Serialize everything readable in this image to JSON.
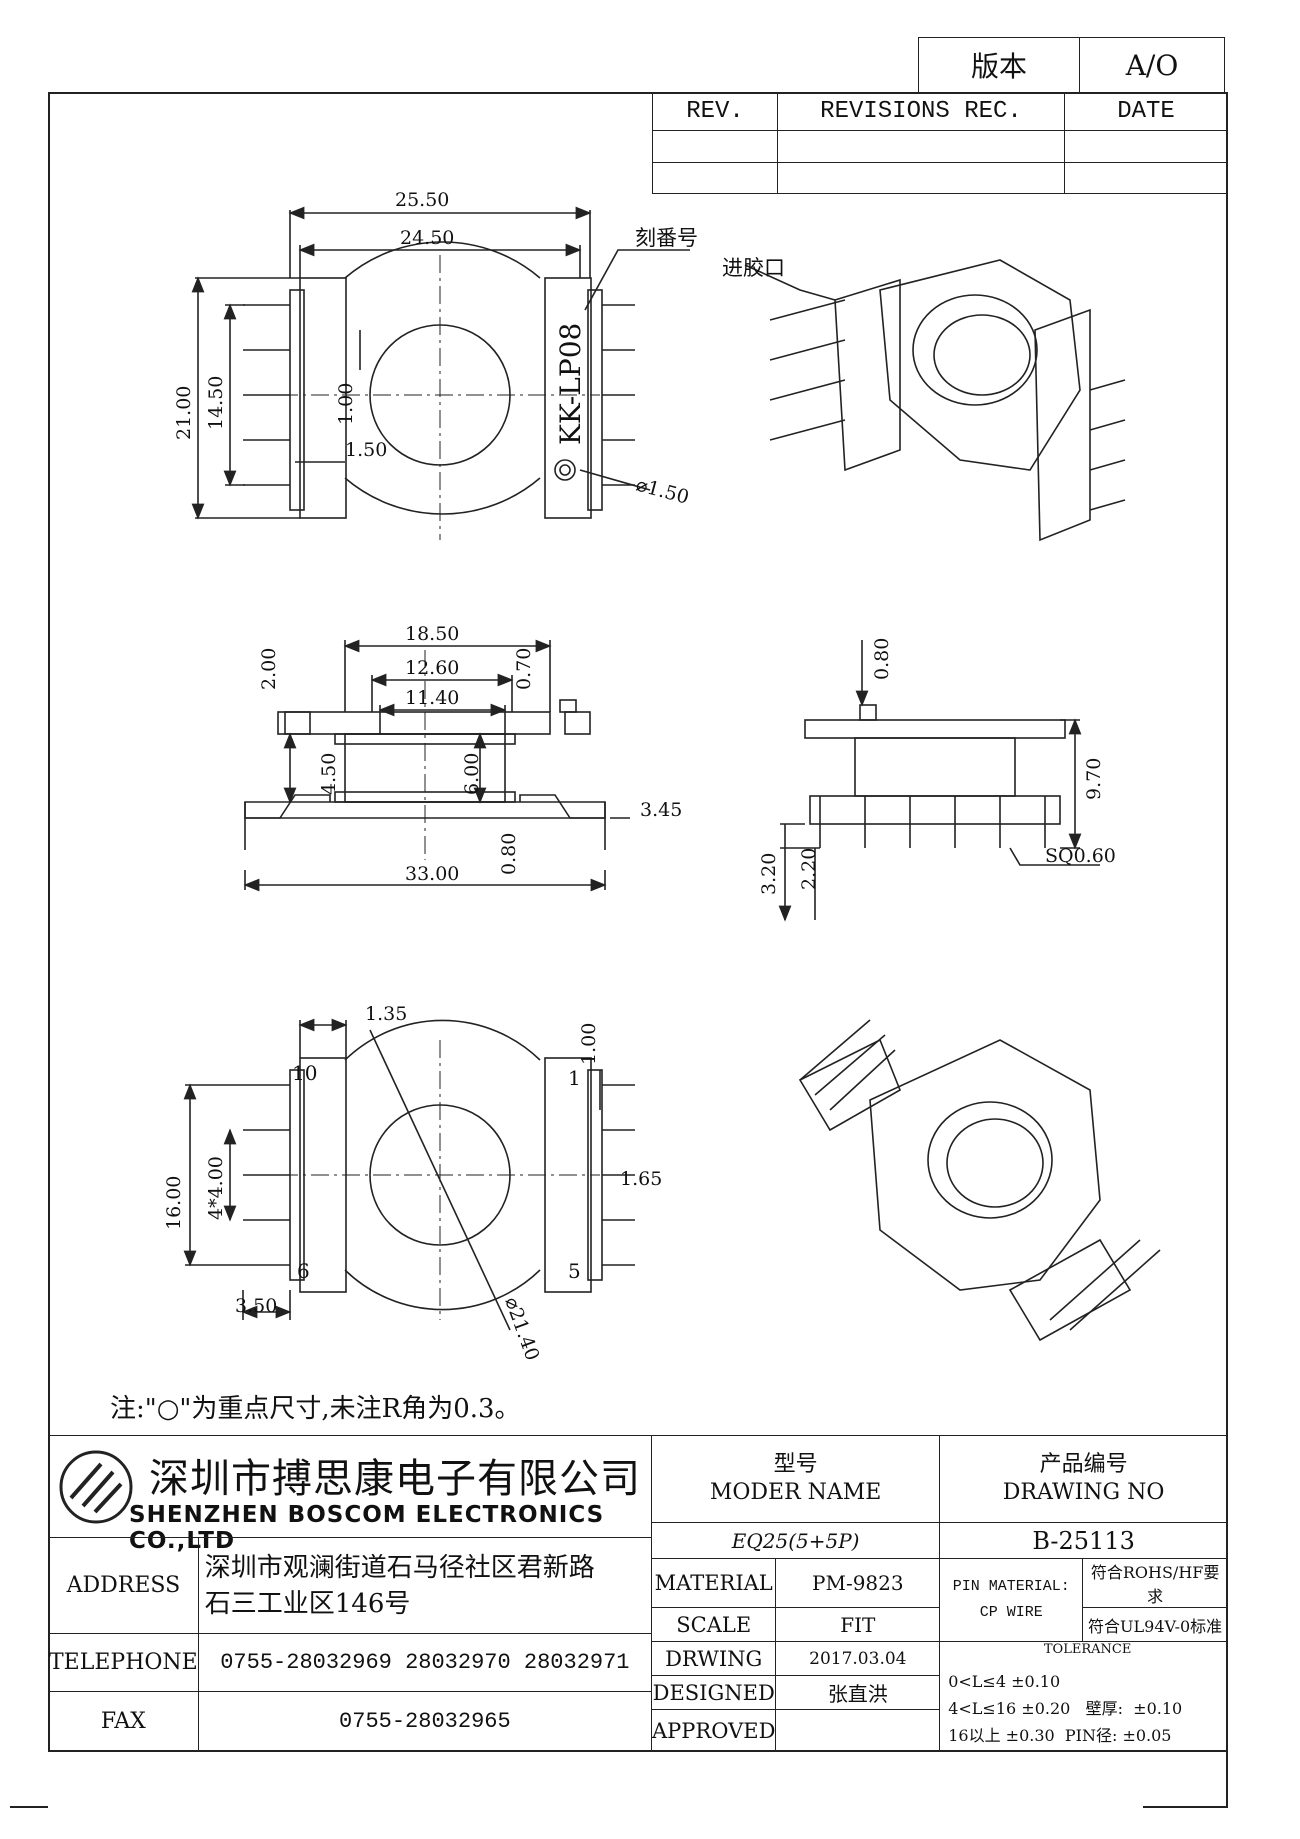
{
  "version_block": {
    "label": "版本",
    "value": "A/O"
  },
  "revision_table": {
    "headers": [
      "REV.",
      "REVISIONS REC.",
      "DATE"
    ]
  },
  "callouts": {
    "engraving": "刻番号",
    "gate": "进胶口",
    "engraved_text": "KK-LP08"
  },
  "dimensions": {
    "A": "25.50",
    "B": "24.50",
    "C": "14.50",
    "D": "21.00",
    "pitch_v": "1.00",
    "gap": "1.50",
    "hole": "⌀1.50",
    "G": "18.50",
    "F": "12.60",
    "E": "11.40",
    "I": "6.00",
    "H": "4.50",
    "J": "33.00",
    "pin_bend": "3.45",
    "top_h": "2.00",
    "flange": "0.70",
    "base_t": "0.80",
    "side_top": "0.80",
    "K": "9.70",
    "L": "3.20",
    "pin_h": "2.20",
    "M": "SQ0.60",
    "flange_w": "1.35",
    "pin_off": "1.00",
    "pin_len": "1.65",
    "O": "16.00",
    "N": "4*4.00",
    "pin_side": "3.50",
    "P": "⌀21.40",
    "pin_no_tl": "10",
    "pin_no_tr": "1",
    "pin_no_bl": "6",
    "pin_no_br": "5"
  },
  "note": "注:\"○\"为重点尺寸,未注R角为0.3。",
  "company": {
    "cn": "深圳市搏思康电子有限公司",
    "en": "SHENZHEN BOSCOM ELECTRONICS CO.,LTD",
    "address_label": "ADDRESS",
    "address_line1": "深圳市观澜街道石马径社区君新路",
    "address_line2": "石三工业区146号",
    "telephone_label": "TELEPHONE",
    "telephone": "0755-28032969 28032970 28032971",
    "fax_label": "FAX",
    "fax": "0755-28032965"
  },
  "titleblock": {
    "model_cn": "型号",
    "model_en": "MODER NAME",
    "model": "EQ25(5+5P)",
    "drawing_cn": "产品编号",
    "drawing_en": "DRAWING NO",
    "drawing_no": "B-25113",
    "material_label": "MATERIAL",
    "material": "PM-9823",
    "scale_label": "SCALE",
    "scale": "FIT",
    "drwing_label": "DRWING",
    "drwing": "2017.03.04",
    "designed_label": "DESIGNED",
    "designed": "张直洪",
    "approved_label": "APPROVED",
    "approved": "",
    "pin_material_label": "PIN MATERIAL:",
    "pin_material": "CP WIRE",
    "rohs": "符合ROHS/HF要求",
    "ul": "符合UL94V-0标准",
    "tolerance_label": "TOLERANCE",
    "tol1": "0<L≤4  ±0.10",
    "tol2": "4<L≤16 ±0.20",
    "tol3": "16以上    ±0.30",
    "wall_label": "壁厚:",
    "wall": "±0.10",
    "pin_dia_label": "PIN径:",
    "pin_dia": "±0.05"
  }
}
